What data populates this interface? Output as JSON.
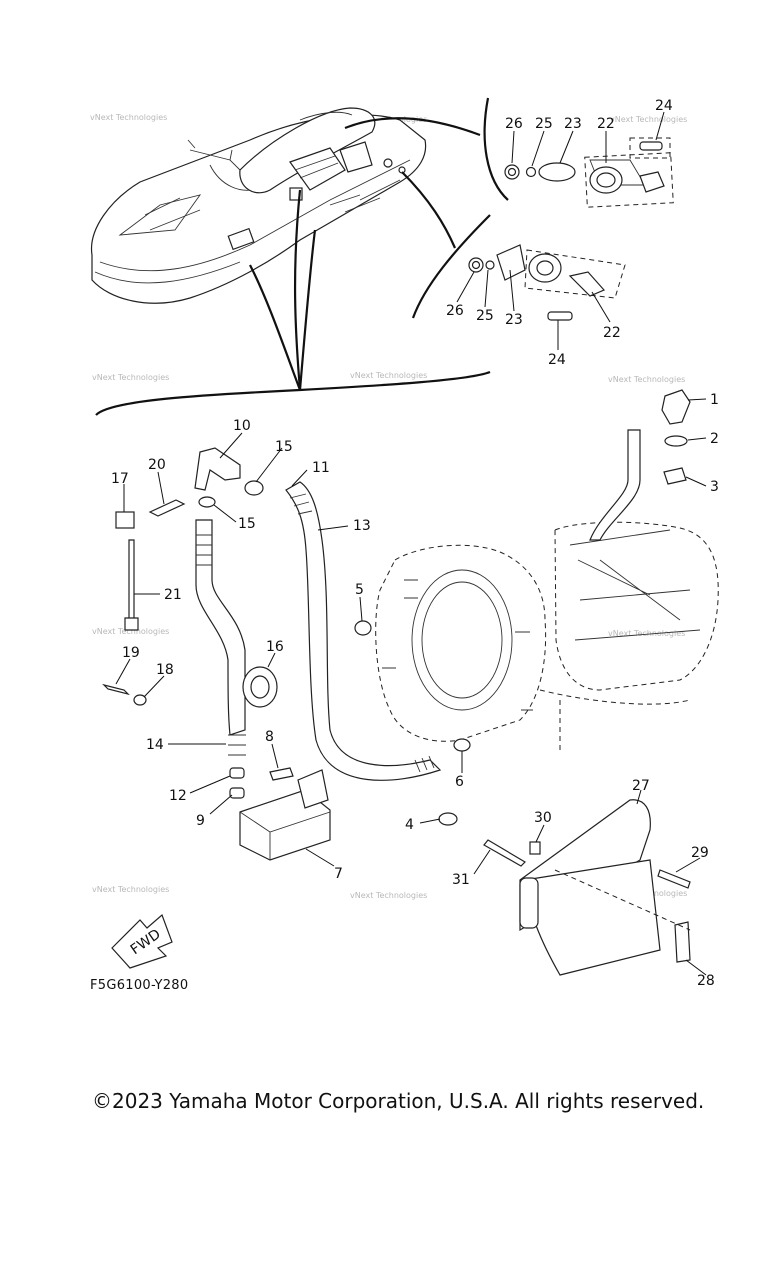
{
  "watermark": "vNext Technologies",
  "diagram_code": "F5G6100-Y280",
  "fwd_label": "FWD",
  "copyright": "©2023 Yamaha Motor Corporation, U.S.A. All rights reserved.",
  "part_numbers": {
    "p1": "1",
    "p2": "2",
    "p3": "3",
    "p4": "4",
    "p5": "5",
    "p6": "6",
    "p7": "7",
    "p8": "8",
    "p9": "9",
    "p10": "10",
    "p11": "11",
    "p12": "12",
    "p13": "13",
    "p14": "14",
    "p15a": "15",
    "p15b": "15",
    "p16": "16",
    "p17": "17",
    "p18": "18",
    "p19": "19",
    "p20": "20",
    "p21": "21",
    "p22a": "22",
    "p22b": "22",
    "p23a": "23",
    "p23b": "23",
    "p24a": "24",
    "p24b": "24",
    "p25a": "25",
    "p25b": "25",
    "p26a": "26",
    "p26b": "26",
    "p27": "27",
    "p28": "28",
    "p29": "29",
    "p30": "30",
    "p31": "31"
  }
}
